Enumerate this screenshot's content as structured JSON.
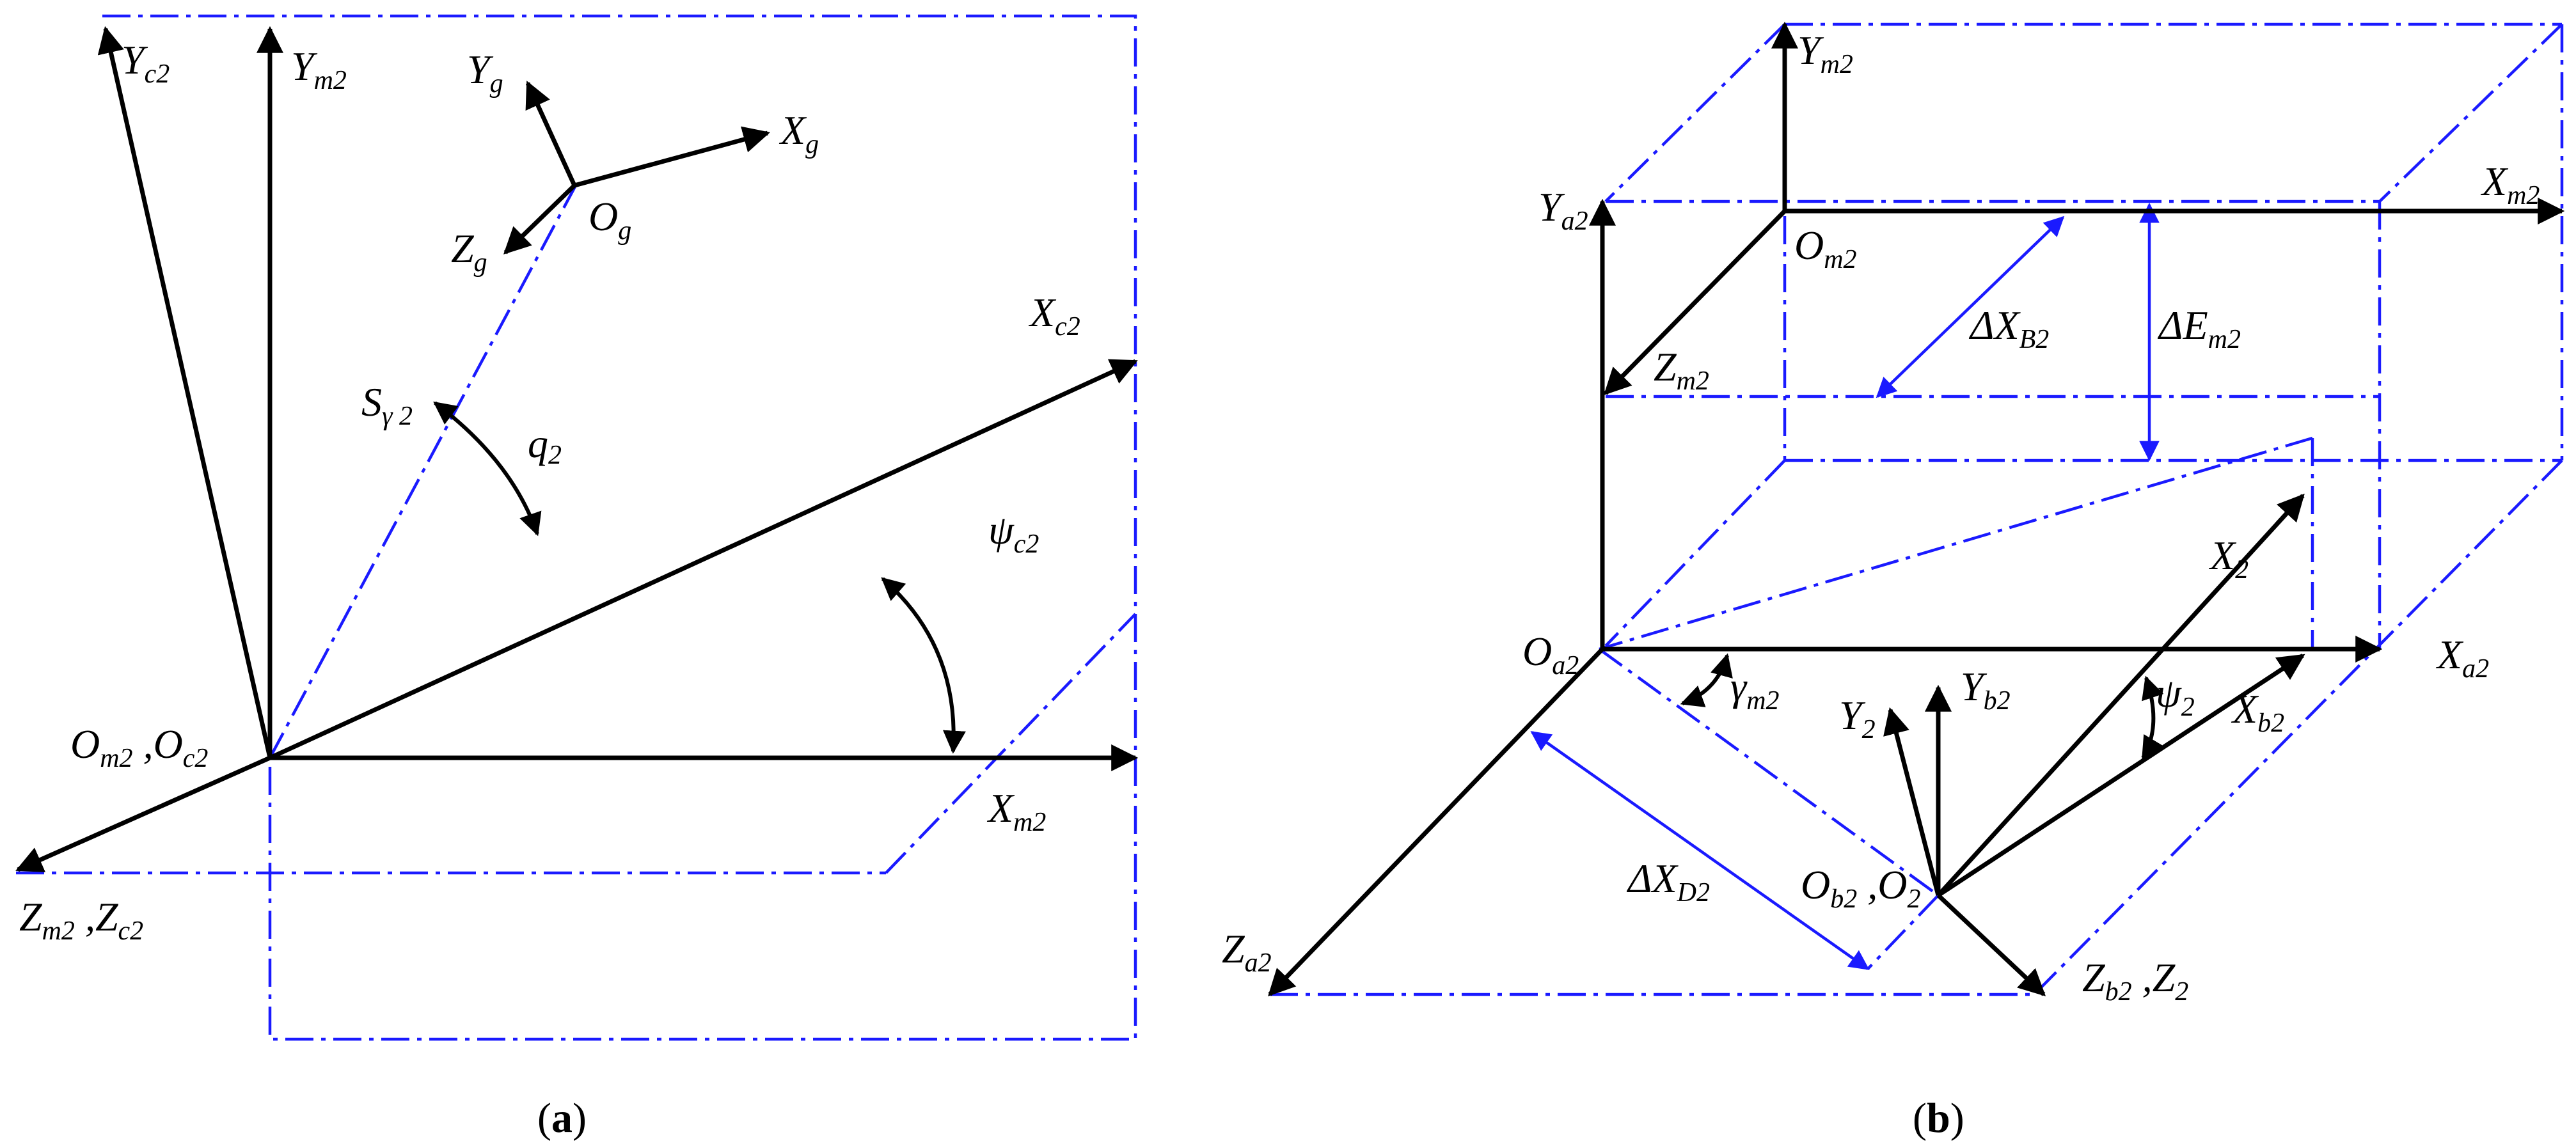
{
  "panel_a": {
    "caption_open": "(",
    "caption_letter": "a",
    "caption_close": ")",
    "labels": {
      "yc2": [
        "Y",
        "c2"
      ],
      "ym2": [
        "Y",
        "m2"
      ],
      "yg": [
        "Y",
        "g"
      ],
      "xg": [
        "X",
        "g"
      ],
      "zg": [
        "Z",
        "g"
      ],
      "og": [
        "O",
        "g"
      ],
      "xc2": [
        "X",
        "c2"
      ],
      "s2": [
        "S",
        "γ 2"
      ],
      "q2": [
        "q",
        "2"
      ],
      "psic2": [
        "ψ",
        "c2"
      ],
      "origin": [
        "O",
        "m2",
        " ,O",
        "c2"
      ],
      "xm2": [
        "X",
        "m2"
      ],
      "zm2zc2": [
        "Z",
        "m2",
        " ,Z",
        "c2"
      ]
    }
  },
  "panel_b": {
    "caption_open": "(",
    "caption_letter": "b",
    "caption_close": ")",
    "labels": {
      "ym2": [
        "Y",
        "m2"
      ],
      "xm2": [
        "X",
        "m2"
      ],
      "ya2": [
        "Y",
        "a2"
      ],
      "om2": [
        "O",
        "m2"
      ],
      "dxb2": [
        "ΔX",
        "B2"
      ],
      "dem2": [
        "ΔE",
        "m2"
      ],
      "zm2": [
        "Z",
        "m2"
      ],
      "x2": [
        "X",
        "2"
      ],
      "oa2": [
        "O",
        "a2"
      ],
      "xa2": [
        "X",
        "a2"
      ],
      "gm2": [
        "γ",
        "m2"
      ],
      "y2": [
        "Y",
        "2"
      ],
      "yb2": [
        "Y",
        "b2"
      ],
      "psi2": [
        "ψ",
        "2"
      ],
      "xb2": [
        "X",
        "b2"
      ],
      "dxd2": [
        "ΔX",
        "D2"
      ],
      "ob2o2": [
        "O",
        "b2",
        " ,O",
        "2"
      ],
      "za2": [
        "Z",
        "a2"
      ],
      "zb2z2": [
        "Z",
        "b2",
        " ,Z",
        "2"
      ]
    }
  },
  "colors": {
    "axis": "#000000",
    "construction": "#1a1aff"
  },
  "icons": [
    "arrowhead-marker"
  ]
}
